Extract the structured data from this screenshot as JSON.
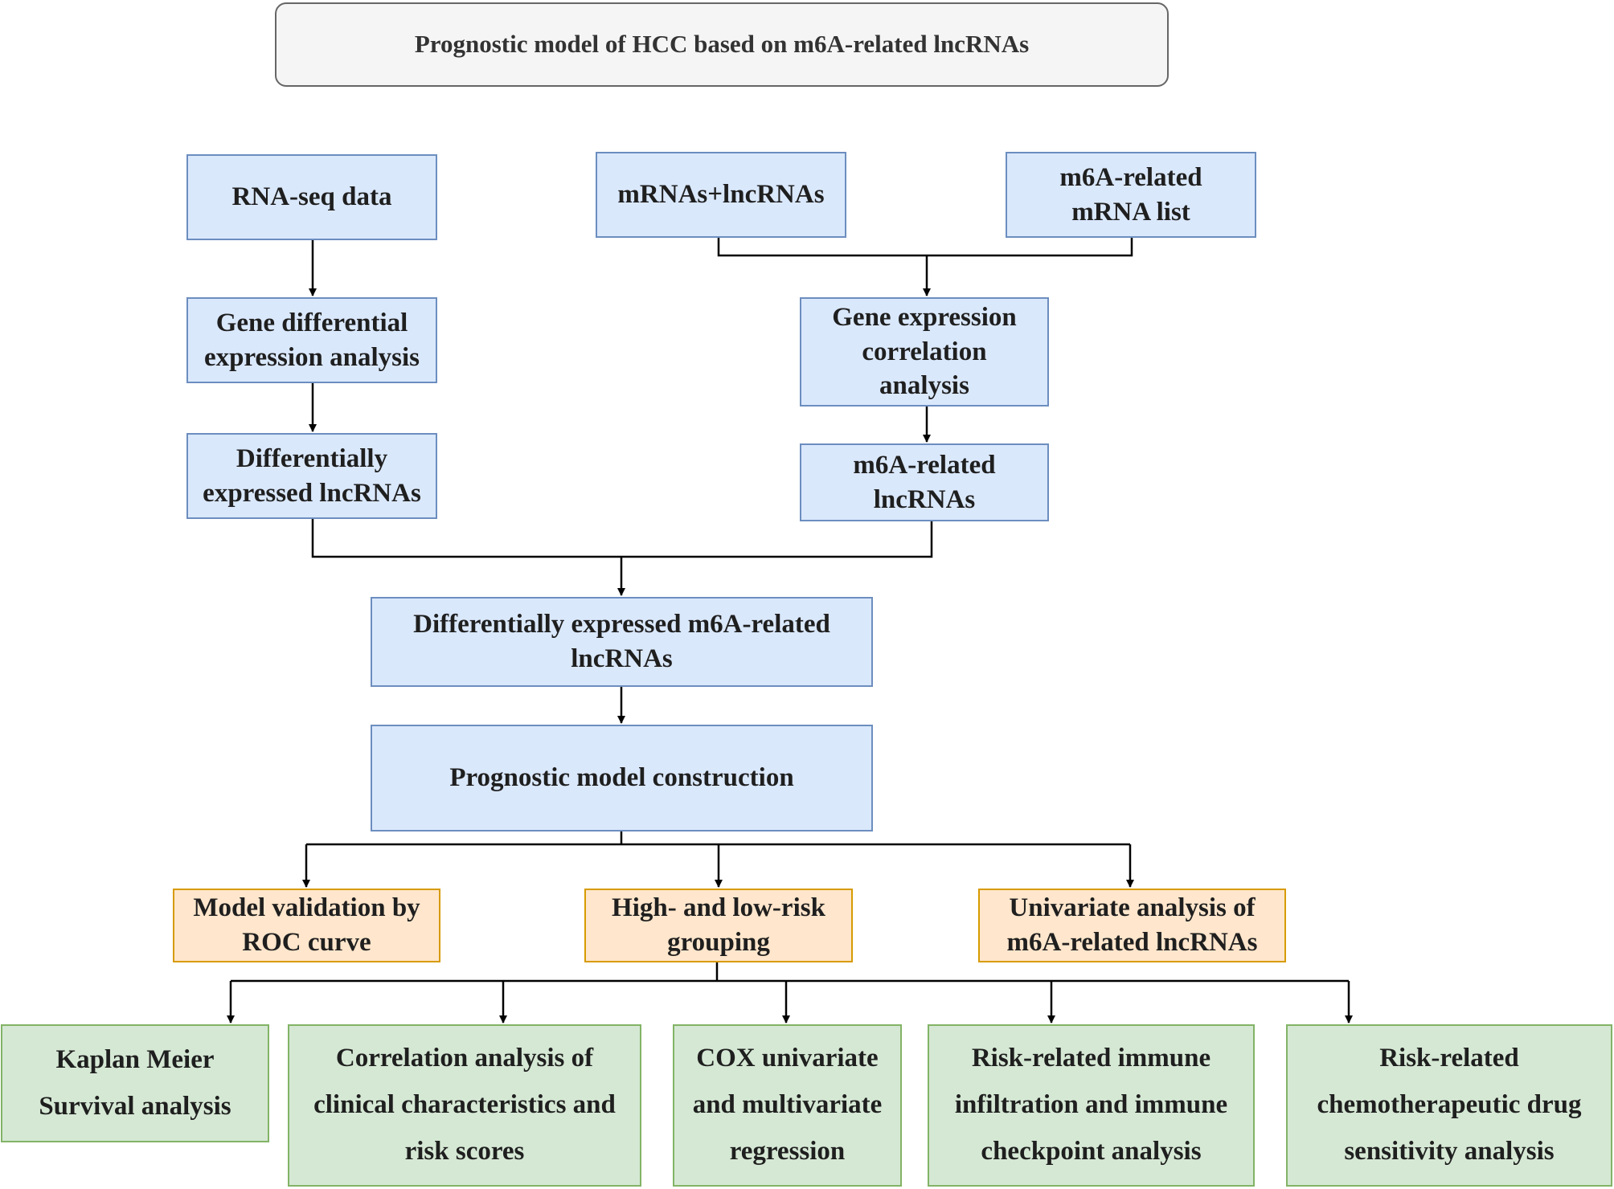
{
  "diagram": {
    "title": "Prognostic model of HCC based on m6A-related lncRNAs",
    "nodes": {
      "rna_seq": "RNA-seq data",
      "mrna_lncrna": "mRNAs+lncRNAs",
      "m6a_mrna_list": "m6A-related\nmRNA list",
      "gene_diff": "Gene differential\nexpression analysis",
      "gene_corr": "Gene expression\ncorrelation\nanalysis",
      "diff_lnc": "Differentially\nexpressed lncRNAs",
      "m6a_lnc": "m6A-related\nlncRNAs",
      "diff_m6a_lnc": "Differentially expressed m6A-related\nlncRNAs",
      "model_construction": "Prognostic model construction",
      "roc_validation": "Model validation by\nROC curve",
      "risk_grouping": "High- and low-risk\ngrouping",
      "univariate": "Univariate analysis of\nm6A-related lncRNAs",
      "kaplan_meier": "Kaplan Meier\nSurvival analysis",
      "clinical_corr": "Correlation analysis of\nclinical characteristics and\nrisk scores",
      "cox": "COX univariate\nand multivariate\nregression",
      "immune": "Risk-related immune\ninfiltration and immune\ncheckpoint analysis",
      "drug": "Risk-related\nchemotherapeutic drug\nsensitivity analysis"
    },
    "colors": {
      "blue_fill": "#dae8fc",
      "blue_stroke": "#6c8ebf",
      "orange_fill": "#ffe6cc",
      "orange_stroke": "#d79b00",
      "green_fill": "#d5e8d4",
      "green_stroke": "#82b366",
      "title_fill": "#f5f5f5",
      "line": "#000000"
    }
  }
}
